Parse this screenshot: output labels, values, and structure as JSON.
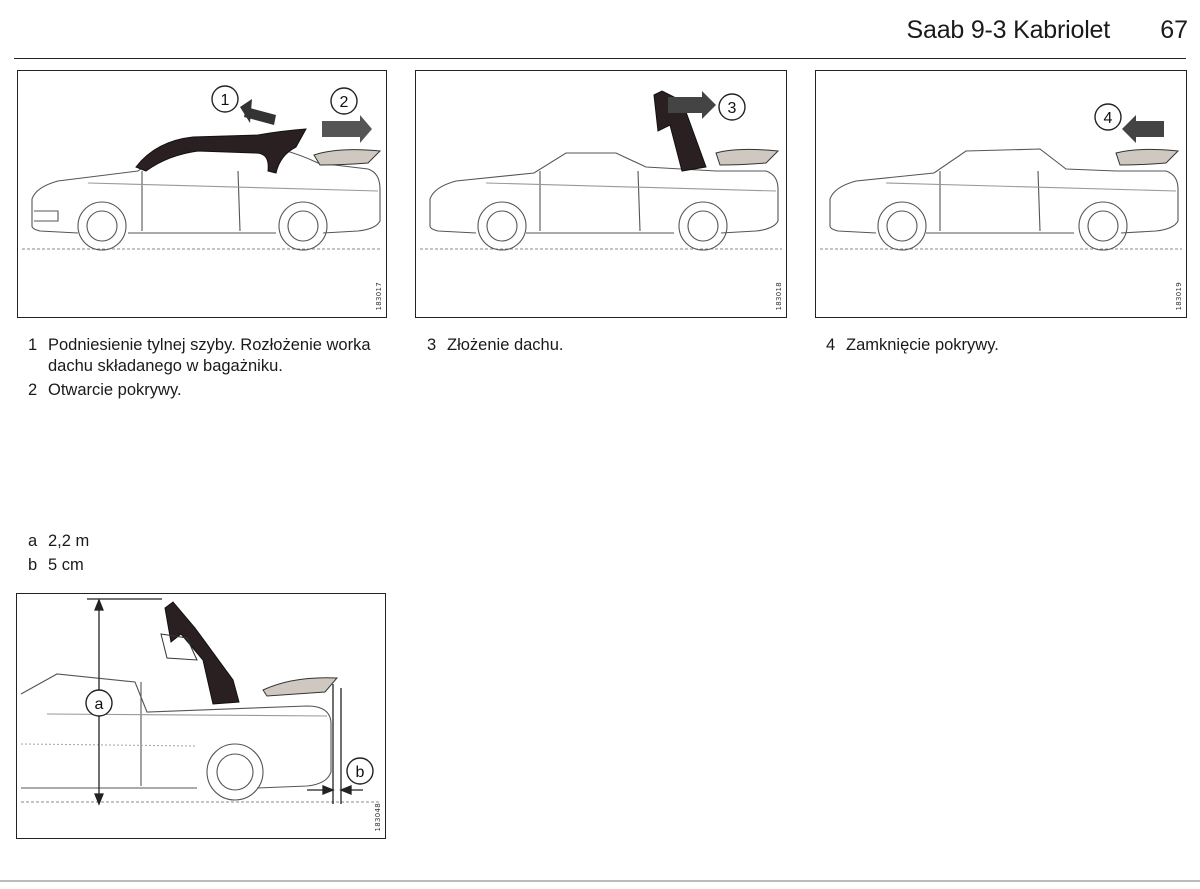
{
  "header": {
    "title": "Saab 9-3 Kabriolet",
    "page_number": "67"
  },
  "figures": [
    {
      "code": "183017",
      "callouts": [
        "1",
        "2"
      ]
    },
    {
      "code": "183018",
      "callouts": [
        "3"
      ]
    },
    {
      "code": "183019",
      "callouts": [
        "4"
      ]
    },
    {
      "code": "183048",
      "callouts": [
        "a",
        "b"
      ]
    }
  ],
  "captions": {
    "fig1": [
      {
        "num": "1",
        "text": "Podniesienie tylnej szyby. Rozłożenie worka dachu składanego w bagażniku."
      },
      {
        "num": "2",
        "text": "Otwarcie pokrywy."
      }
    ],
    "fig2": [
      {
        "num": "3",
        "text": "Złożenie dachu."
      }
    ],
    "fig3": [
      {
        "num": "4",
        "text": "Zamknięcie pokrywy."
      }
    ],
    "dimensions": [
      {
        "num": "a",
        "text": "2,2 m"
      },
      {
        "num": "b",
        "text": "5 cm"
      }
    ]
  }
}
